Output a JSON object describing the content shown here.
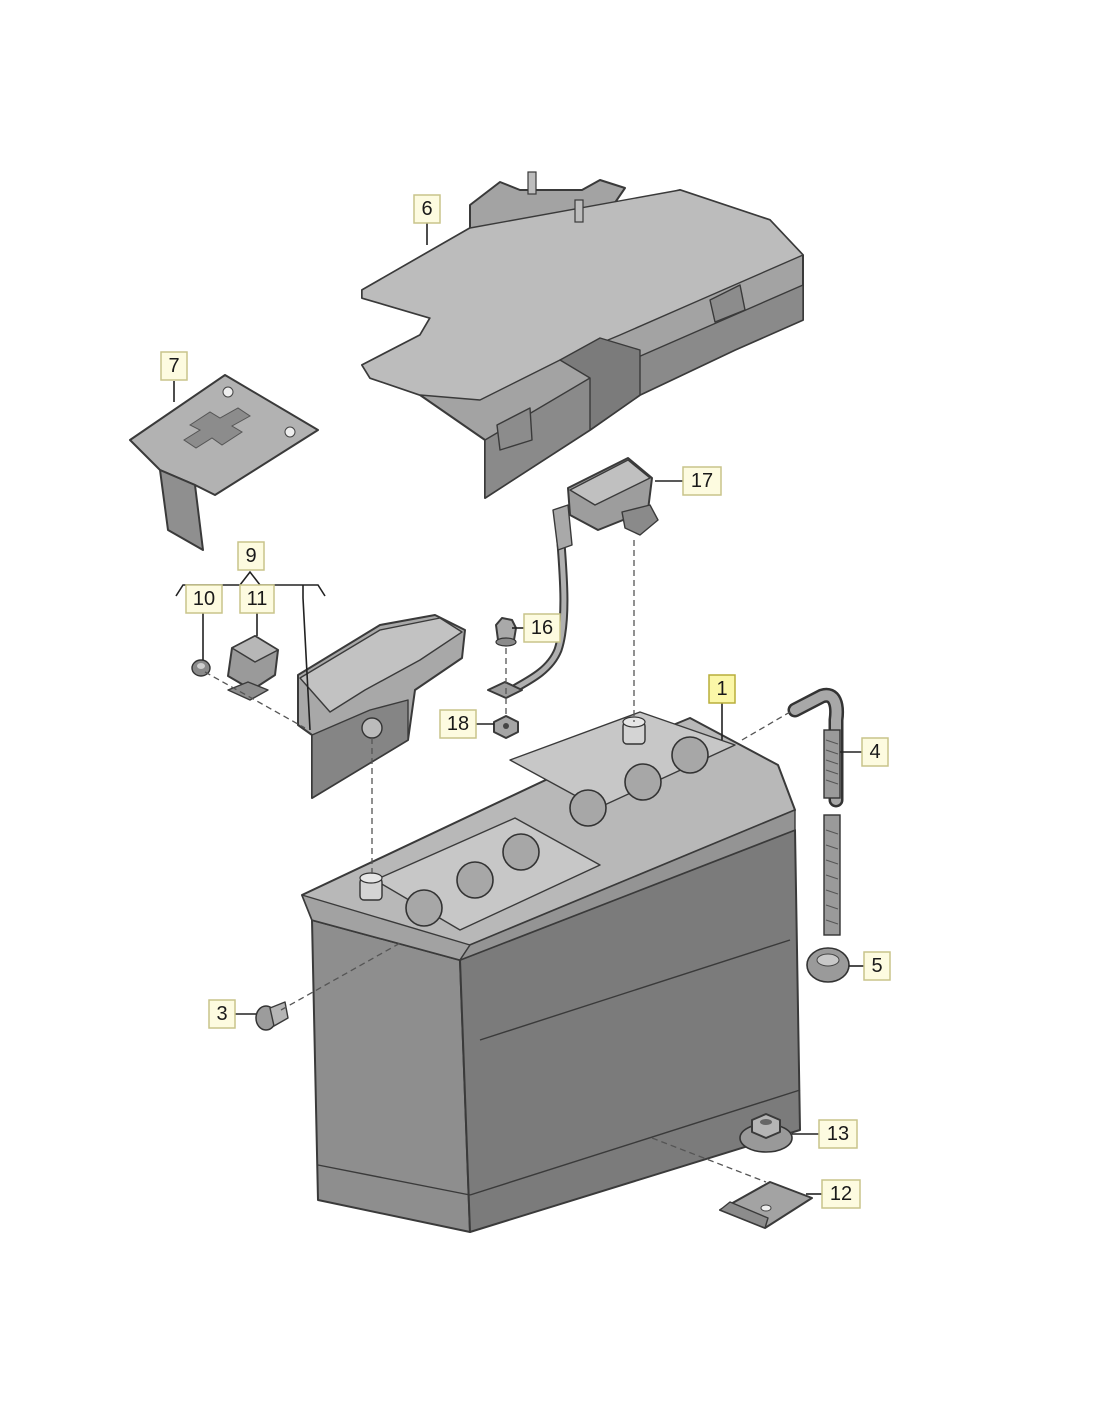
{
  "callouts": {
    "c1": "1",
    "c3": "3",
    "c4": "4",
    "c5": "5",
    "c6": "6",
    "c7": "7",
    "c9": "9",
    "c10": "10",
    "c11": "11",
    "c12": "12",
    "c13": "13",
    "c16": "16",
    "c17": "17",
    "c18": "18"
  },
  "colors": {
    "part_fill": "#9e9e9e",
    "part_light": "#c4c4c4",
    "part_dark": "#6f6f6f",
    "callout_fill": "#fdfbe0",
    "callout_highlight": "#fbf7a8"
  }
}
